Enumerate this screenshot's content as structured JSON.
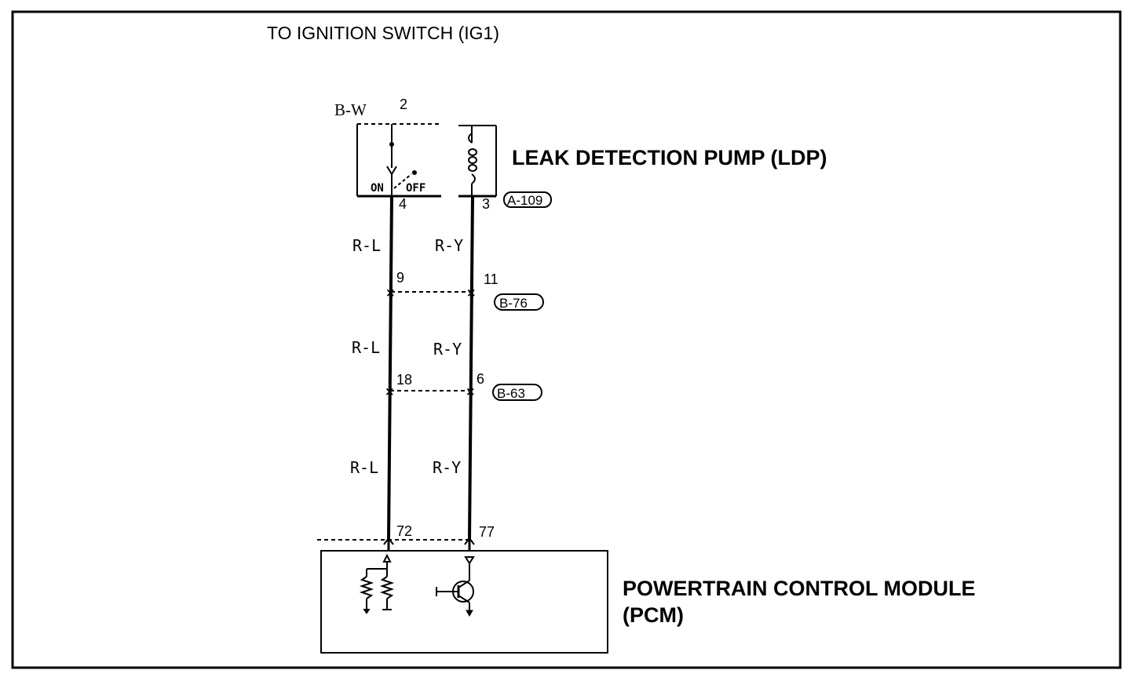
{
  "title": "TO IGNITION SWITCH (IG1)",
  "components": {
    "ldp": {
      "name": "LEAK DETECTION PUMP (LDP)"
    },
    "pcm": {
      "name_line1": "POWERTRAIN CONTROL MODULE",
      "name_line2": "(PCM)"
    }
  },
  "supply_wire": {
    "color_code": "B-W",
    "pin": "2"
  },
  "switch": {
    "on_label": "ON",
    "off_label": "OFF"
  },
  "connectors": {
    "a109": {
      "label": "A-109",
      "left_pin": "4",
      "right_pin": "3"
    },
    "b76": {
      "label": "B-76",
      "left_pin": "9",
      "right_pin": "11"
    },
    "b63": {
      "label": "B-63",
      "left_pin": "18",
      "right_pin": "6"
    },
    "pcm": {
      "left_pin": "72",
      "right_pin": "77"
    }
  },
  "wires": {
    "left": {
      "seg1": "R-L",
      "seg2": "R-L",
      "seg3": "R-L"
    },
    "right": {
      "seg1": "R-Y",
      "seg2": "R-Y",
      "seg3": "R-Y"
    }
  }
}
